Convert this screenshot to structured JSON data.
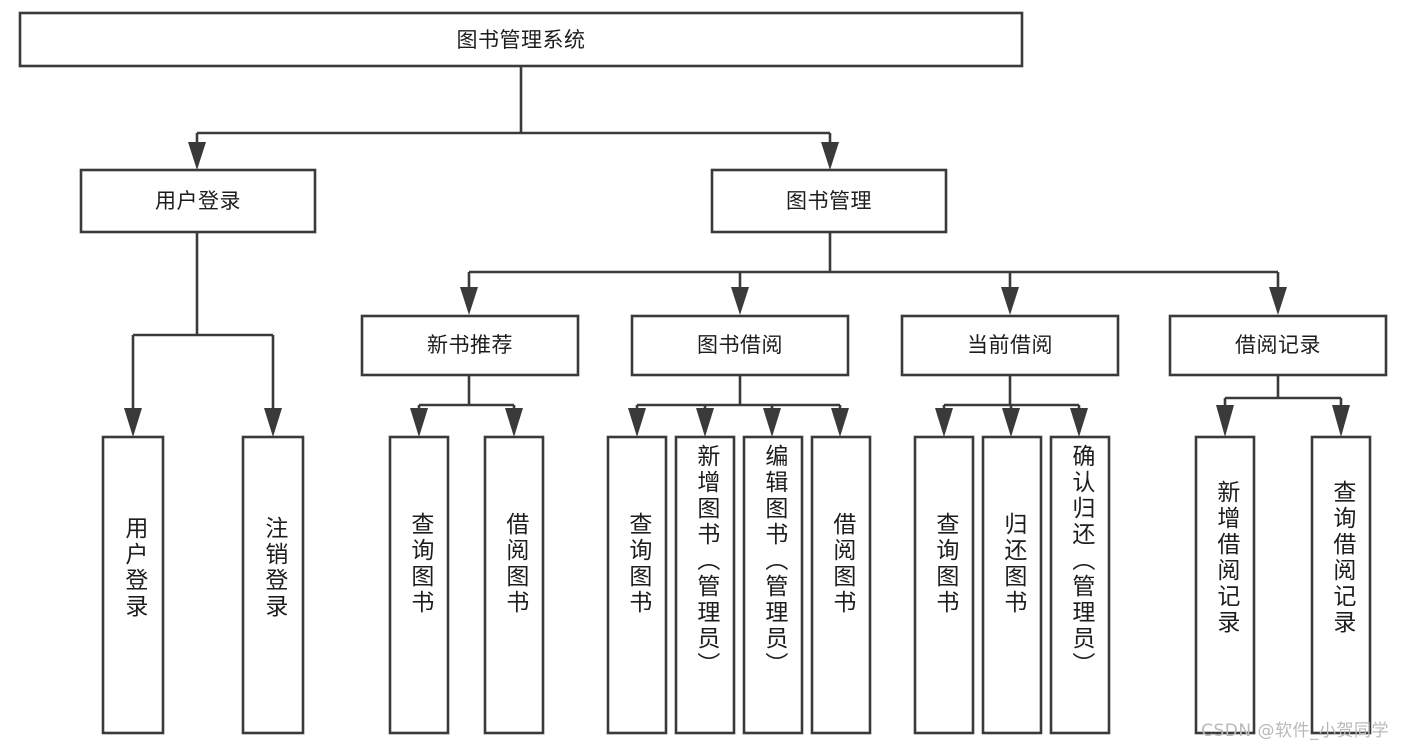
{
  "diagram": {
    "type": "tree-hierarchy",
    "title_node": {
      "label": "图书管理系统"
    },
    "level2": [
      {
        "id": "user-login",
        "label": "用户登录"
      },
      {
        "id": "book-manage",
        "label": "图书管理"
      }
    ],
    "level3": [
      {
        "id": "new-book-recommend",
        "label": "新书推荐",
        "parent": "book-manage"
      },
      {
        "id": "book-borrow",
        "label": "图书借阅",
        "parent": "book-manage"
      },
      {
        "id": "current-borrow",
        "label": "当前借阅",
        "parent": "book-manage"
      },
      {
        "id": "borrow-record",
        "label": "借阅记录",
        "parent": "book-manage"
      }
    ],
    "leaves": [
      {
        "id": "leaf-user-login",
        "label": "用户登录",
        "parent": "user-login"
      },
      {
        "id": "leaf-logout-login",
        "label": "注销登录",
        "parent": "user-login"
      },
      {
        "id": "leaf-query-book-1",
        "label": "查询图书",
        "parent": "new-book-recommend"
      },
      {
        "id": "leaf-borrow-book-1",
        "label": "借阅图书",
        "parent": "new-book-recommend"
      },
      {
        "id": "leaf-query-book-2",
        "label": "查询图书",
        "parent": "book-borrow"
      },
      {
        "id": "leaf-add-book",
        "label": "新增图书（管理员）",
        "parent": "book-borrow"
      },
      {
        "id": "leaf-edit-book",
        "label": "编辑图书（管理员）",
        "parent": "book-borrow"
      },
      {
        "id": "leaf-borrow-book-2",
        "label": "借阅图书",
        "parent": "book-borrow"
      },
      {
        "id": "leaf-query-book-3",
        "label": "查询图书",
        "parent": "current-borrow"
      },
      {
        "id": "leaf-return-book",
        "label": "归还图书",
        "parent": "current-borrow"
      },
      {
        "id": "leaf-confirm-return",
        "label": "确认归还（管理员）",
        "parent": "current-borrow"
      },
      {
        "id": "leaf-add-record",
        "label": "新增借阅记录",
        "parent": "borrow-record"
      },
      {
        "id": "leaf-query-record",
        "label": "查询借阅记录",
        "parent": "borrow-record"
      }
    ],
    "watermark": "CSDN @软件_小贺同学",
    "colors": {
      "stroke": "#3a3a3a",
      "fill": "#ffffff",
      "text": "#1d1d1d",
      "watermark": "#b9b9b9",
      "background": "#ffffff"
    }
  }
}
